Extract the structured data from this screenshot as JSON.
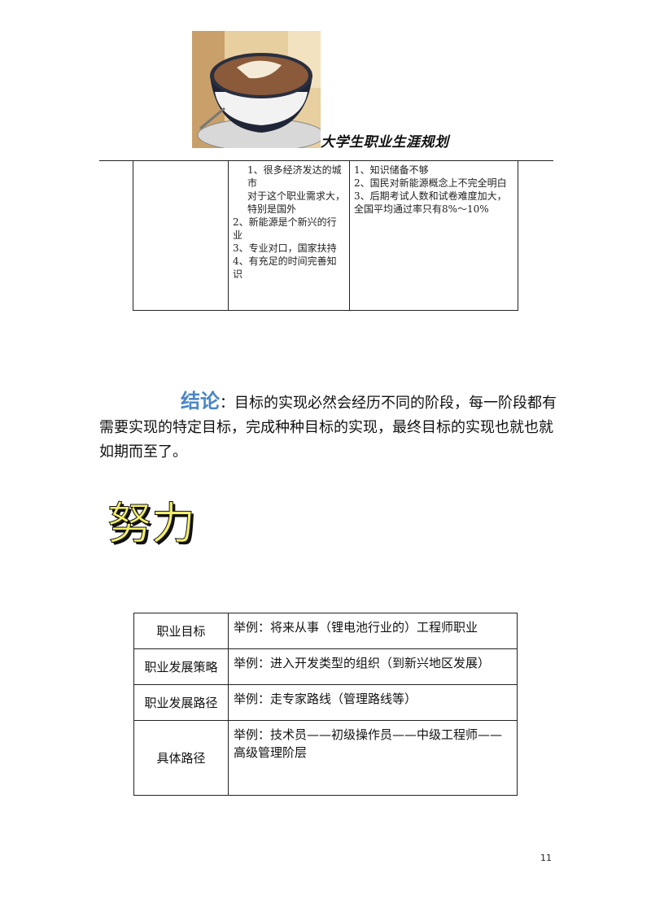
{
  "header": {
    "title": "大学生职业生涯规划"
  },
  "top_table": {
    "col2": [
      "1、很多经济发达的城市",
      "对于这个职业需求大，特别是国外",
      "2、新能源是个新兴的行业",
      "3、专业对口，国家扶持",
      "4、有充足的时间完善知识"
    ],
    "col3": [
      "1、知识储备不够",
      "2、国民对新能源概念上不完全明白",
      "3、后期考试人数和试卷难度加大，全国平均通过率只有8%～10%"
    ]
  },
  "conclusion": {
    "label": "结论",
    "text": "：目标的实现必然会经历不同的阶段，每一阶段都有需要实现的特定目标，完成种种目标的实现，最终目标的实现也就也就如期而至了。"
  },
  "effort_word": "努力",
  "plan_table": {
    "rows": [
      {
        "label": "职业目标",
        "value": "举例：将来从事（锂电池行业的）工程师职业"
      },
      {
        "label": "职业发展策略",
        "value": "举例：进入开发类型的组织（到新兴地区发展）"
      },
      {
        "label": "职业发展路径",
        "value": "举例：走专家路线（管理路线等）"
      },
      {
        "label": "具体路径",
        "value": "举例：技术员——初级操作员——中级工程师——高级管理阶层"
      }
    ]
  },
  "page_number": "11"
}
